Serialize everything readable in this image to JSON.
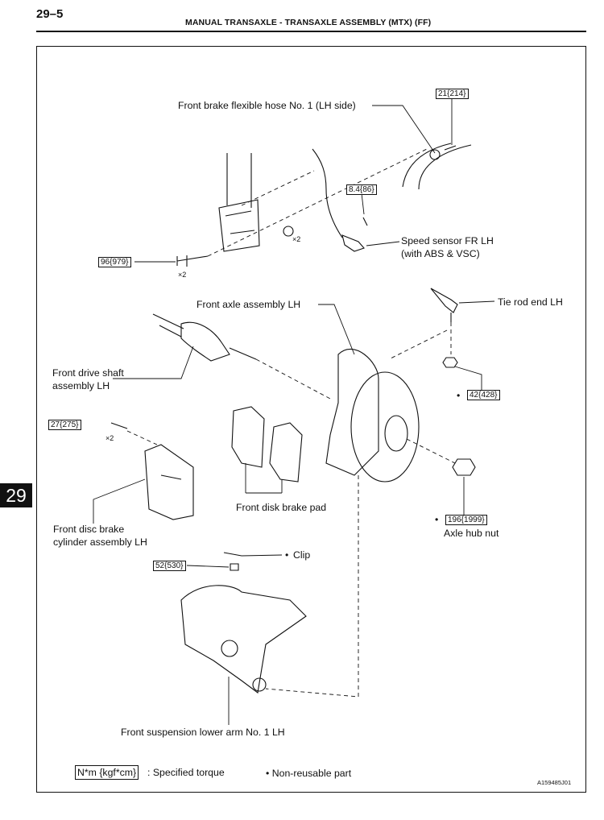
{
  "header": {
    "page_number": "29–5",
    "title": "MANUAL TRANSAXLE  -  TRANSAXLE ASSEMBLY (MTX) (FF)"
  },
  "side_tab": "29",
  "labels": {
    "brake_hose": "Front brake flexible hose No. 1 (LH side)",
    "speed_sensor_1": "Speed sensor FR LH",
    "speed_sensor_2": "(with ABS & VSC)",
    "front_axle": "Front axle assembly LH",
    "tie_rod": "Tie rod end LH",
    "drive_shaft_1": "Front drive shaft",
    "drive_shaft_2": "assembly LH",
    "disc_cyl_1": "Front disc brake",
    "disc_cyl_2": "cylinder assembly LH",
    "brake_pad": "Front disk brake pad",
    "clip": "Clip",
    "hub_nut": "Axle hub nut",
    "lower_arm": "Front suspension lower arm No. 1 LH"
  },
  "torques": {
    "t_hose": "21{214}",
    "t_sensor": "8.4{86}",
    "t_strut": "96{979}",
    "t_tierod": "42{428}",
    "t_caliper": "27{275}",
    "t_hubnut": "196{1999}",
    "t_lowerarm": "52{530}"
  },
  "qty": {
    "x2": "×2"
  },
  "bullet": "•",
  "legend": {
    "torque_box": "N*m {kgf*cm}",
    "torque_text": ": Specified torque",
    "nonreusable": "• Non-reusable part"
  },
  "figure_id": "A159485J01"
}
